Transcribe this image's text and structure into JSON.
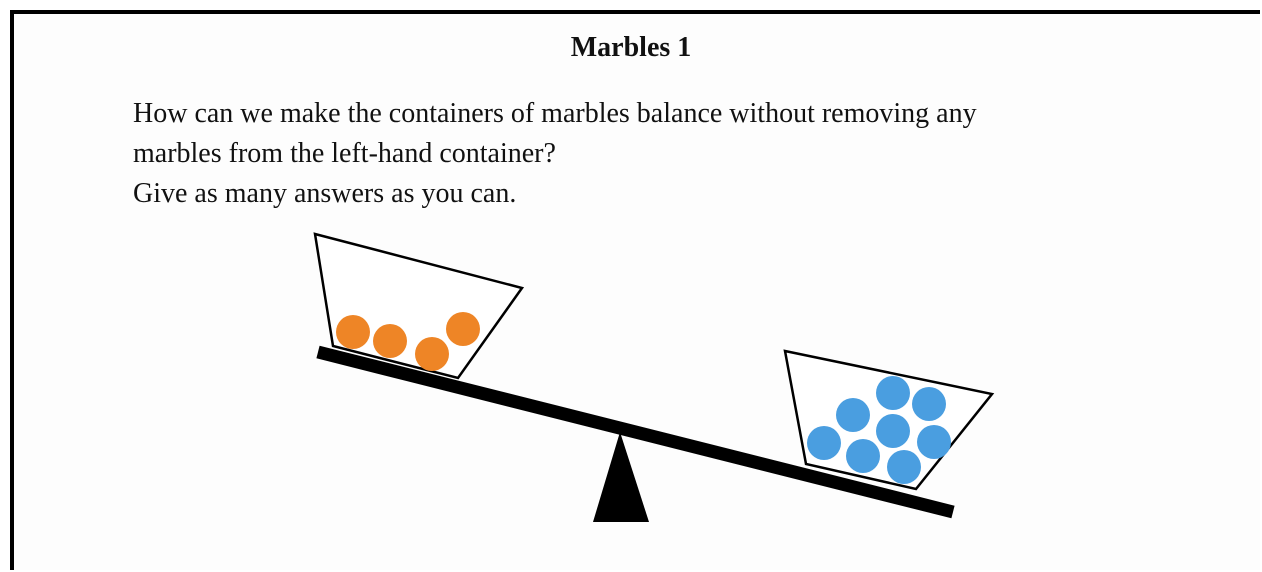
{
  "puzzle": {
    "title": "Marbles 1",
    "question_lines": [
      "How can we make the containers of marbles balance without removing any",
      "marbles from the left-hand container?",
      "Give as many answers as you can."
    ]
  },
  "scale": {
    "left_container": {
      "marble_count": 4,
      "marble_color": "#ee8526"
    },
    "right_container": {
      "marble_count": 8,
      "marble_color": "#4a9ee0"
    },
    "beam_color": "#000000",
    "fulcrum_color": "#000000"
  }
}
